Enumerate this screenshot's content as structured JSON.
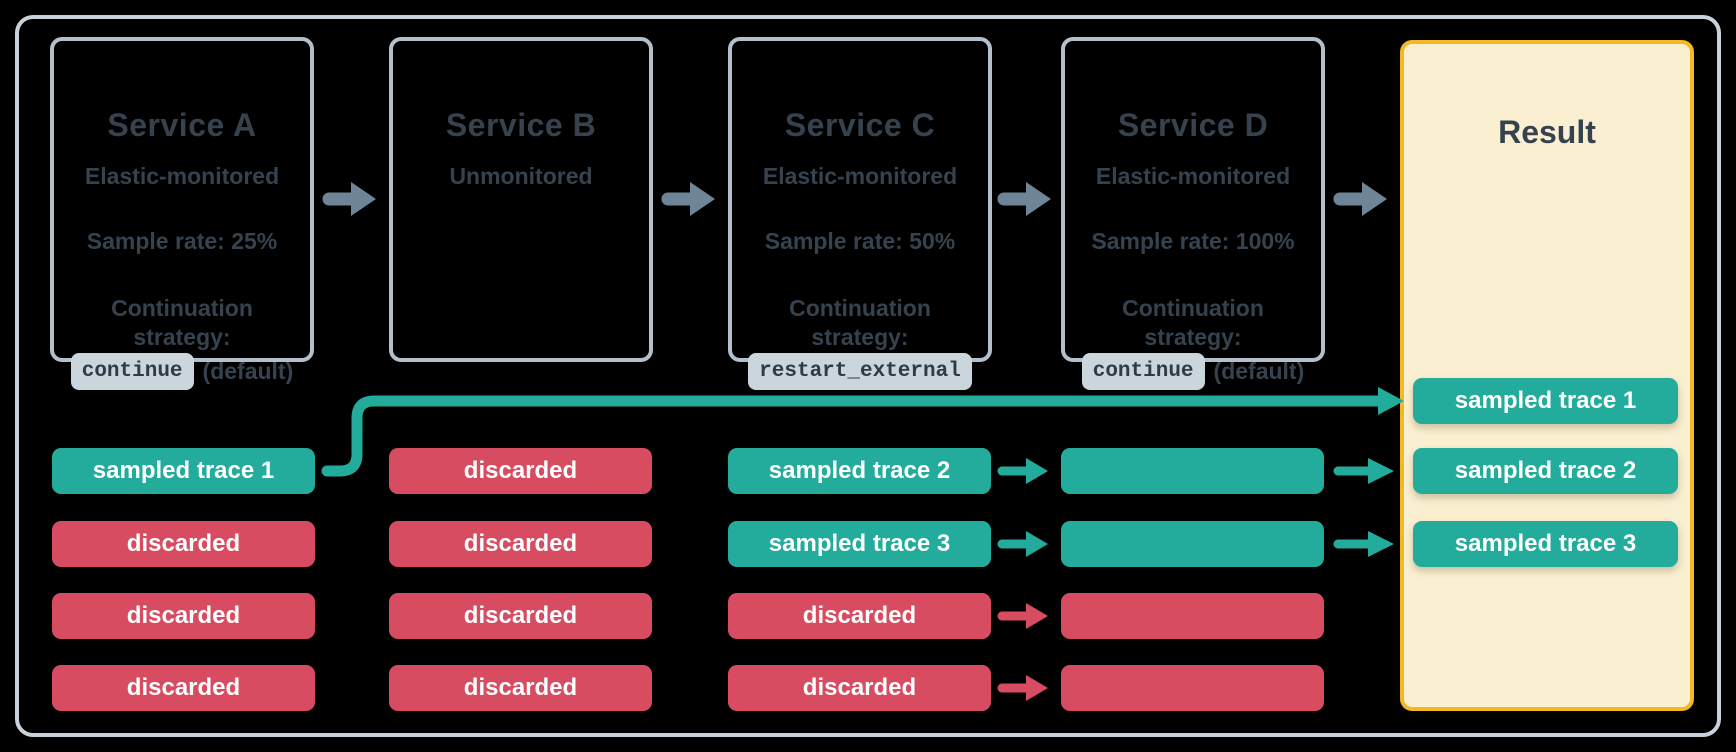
{
  "services": [
    {
      "title": "Service A",
      "monitoring": "Elastic-monitored",
      "sample_rate": "Sample rate: 25%",
      "continuation_label": "Continuation strategy:",
      "strategy_code": "continue",
      "strategy_suffix": "(default)"
    },
    {
      "title": "Service B",
      "monitoring": "Unmonitored"
    },
    {
      "title": "Service C",
      "monitoring": "Elastic-monitored",
      "sample_rate": "Sample rate: 50%",
      "continuation_label": "Continuation strategy:",
      "strategy_code": "restart_external"
    },
    {
      "title": "Service D",
      "monitoring": "Elastic-monitored",
      "sample_rate": "Sample rate: 100%",
      "continuation_label": "Continuation strategy:",
      "strategy_code": "continue",
      "strategy_suffix": "(default)"
    }
  ],
  "result": {
    "title": "Result",
    "bars": [
      {
        "label": "sampled trace 1",
        "type": "sampled"
      },
      {
        "label": "sampled trace 2",
        "type": "sampled"
      },
      {
        "label": "sampled trace 3",
        "type": "sampled"
      }
    ]
  },
  "trace_columns": {
    "service_a": [
      {
        "label": "sampled trace 1",
        "type": "sampled"
      },
      {
        "label": "discarded",
        "type": "discarded"
      },
      {
        "label": "discarded",
        "type": "discarded"
      },
      {
        "label": "discarded",
        "type": "discarded"
      }
    ],
    "service_b": [
      {
        "label": "discarded",
        "type": "discarded"
      },
      {
        "label": "discarded",
        "type": "discarded"
      },
      {
        "label": "discarded",
        "type": "discarded"
      },
      {
        "label": "discarded",
        "type": "discarded"
      }
    ],
    "service_c": [
      {
        "label": "sampled trace 2",
        "type": "sampled"
      },
      {
        "label": "sampled trace 3",
        "type": "sampled"
      },
      {
        "label": "discarded",
        "type": "discarded"
      },
      {
        "label": "discarded",
        "type": "discarded"
      }
    ],
    "service_d": [
      {
        "label": "",
        "type": "sampled"
      },
      {
        "label": "",
        "type": "sampled"
      },
      {
        "label": "",
        "type": "discarded"
      },
      {
        "label": "",
        "type": "discarded"
      }
    ]
  },
  "icons": {
    "service_flow_arrow": "arrow-right",
    "trace_flow_arrow": "arrow-right",
    "trace1_connector": "elbow-arrow-right"
  },
  "colors": {
    "sampled_teal": "#23AB9C",
    "discarded_red": "#D74C61",
    "arrow_gray": "#6F8496",
    "frame_border": "#C9D2DA",
    "box_border": "#B3C0CB",
    "result_border": "#F3B91E",
    "result_fill": "#FAF0D1",
    "text_dark": "#36434F",
    "chip_bg": "#CBD5DC",
    "chip_text": "#2F3B47",
    "bar_text": "#FFFFFF",
    "background": "#000000"
  }
}
